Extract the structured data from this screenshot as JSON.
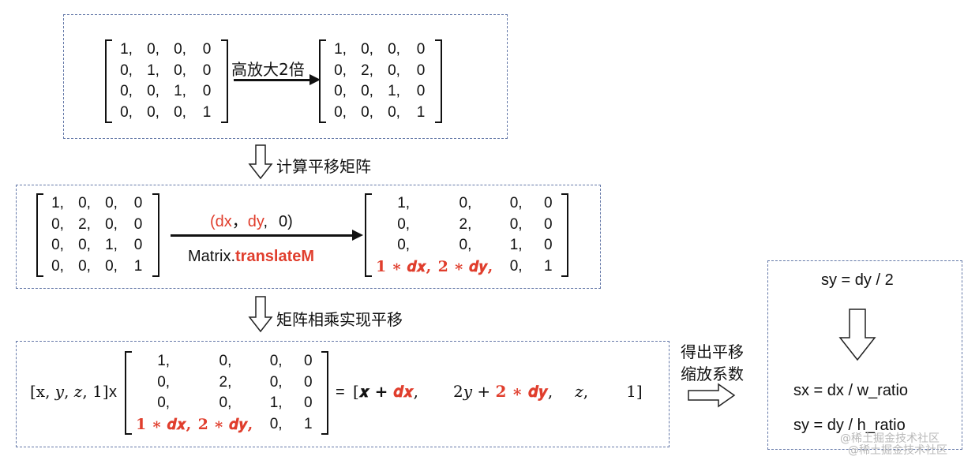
{
  "matrix_identity": {
    "rows": [
      [
        "1,",
        "0,",
        "0,",
        "0"
      ],
      [
        "0,",
        "1,",
        "0,",
        "0"
      ],
      [
        "0,",
        "0,",
        "1,",
        "0"
      ],
      [
        "0,",
        "0,",
        "0,",
        "1"
      ]
    ]
  },
  "matrix_scaled": {
    "rows": [
      [
        "1,",
        "0,",
        "0,",
        "0"
      ],
      [
        "0,",
        "2,",
        "0,",
        "0"
      ],
      [
        "0,",
        "0,",
        "1,",
        "0"
      ],
      [
        "0,",
        "0,",
        "0,",
        "1"
      ]
    ]
  },
  "top_arrow_label": "高放大2倍",
  "step1_label": "计算平移矩阵",
  "mid_arrow": {
    "params": {
      "open": "(",
      "dx": "dx",
      "sep1": "，",
      "dy": "dy",
      "sep2": ",",
      "zero": "0)"
    },
    "method_prefix": "Matrix.",
    "method_name": "translateM"
  },
  "matrix_translated": {
    "rows": [
      [
        "1,",
        "0,",
        "0,",
        "0"
      ],
      [
        "0,",
        "2,",
        "0,",
        "0"
      ],
      [
        "0,",
        "0,",
        "1,",
        "0"
      ],
      [
        "1 ∗ 𝒅𝒙,",
        "2 ∗ 𝒅𝒚,",
        "0,",
        "1"
      ]
    ]
  },
  "step2_label": "矩阵相乘实现平移",
  "vector_left": "[x, 𝑦, 𝑧, 1]",
  "times": "x",
  "equals": "=",
  "result": {
    "open": "[",
    "x_term": "𝒙 + ",
    "dx_term": "𝒅𝒙",
    "c1": ",",
    "y_term": "2𝑦 + ",
    "dy_term": "2 ∗ 𝒅𝒚",
    "c2": ",",
    "z_term": "𝑧,",
    "w_term": "1]"
  },
  "derive_label": {
    "line1": "得出平移",
    "line2": "缩放系数"
  },
  "formulas": {
    "sy_half": "sy = dy / 2",
    "sx": "sx = dx / w_ratio",
    "sy": "sy = dy / h_ratio"
  },
  "watermark": "@稀土掘金技术社区"
}
